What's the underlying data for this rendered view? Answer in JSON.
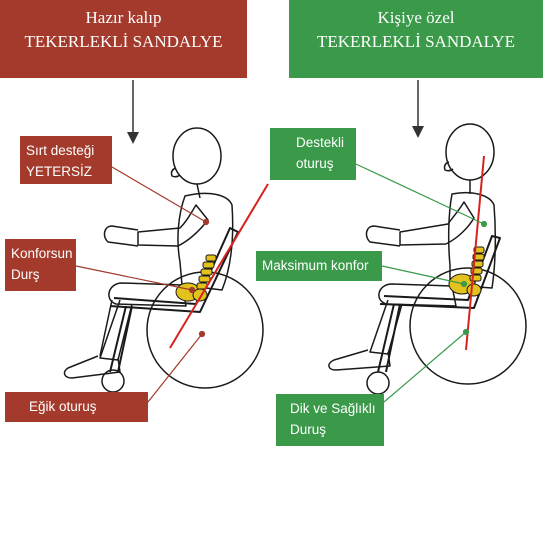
{
  "colors": {
    "red": "#a33a2c",
    "green": "#3a9a4a",
    "spine": "#e3c21e",
    "line": "#1a1a1a"
  },
  "left_panel": {
    "header_line1": "Hazır kalıp",
    "header_line2": "TEKERLEKLİ SANDALYE",
    "labels": {
      "back_line1": "Sırt desteği",
      "back_line2": "YETERSİZ",
      "comfort_line1": "Konforsun",
      "comfort_line2": "Durş",
      "tilted": "Eğik oturuş"
    }
  },
  "right_panel": {
    "header_line1": "Kişiye özel",
    "header_line2": "TEKERLEKLİ SANDALYE",
    "labels": {
      "supported_line1": "Destekli",
      "supported_line2": "oturuş",
      "max_comfort": "Maksimum konfor",
      "healthy_line1": "Dik ve Sağlıklı",
      "healthy_line2": "Duruş"
    }
  }
}
